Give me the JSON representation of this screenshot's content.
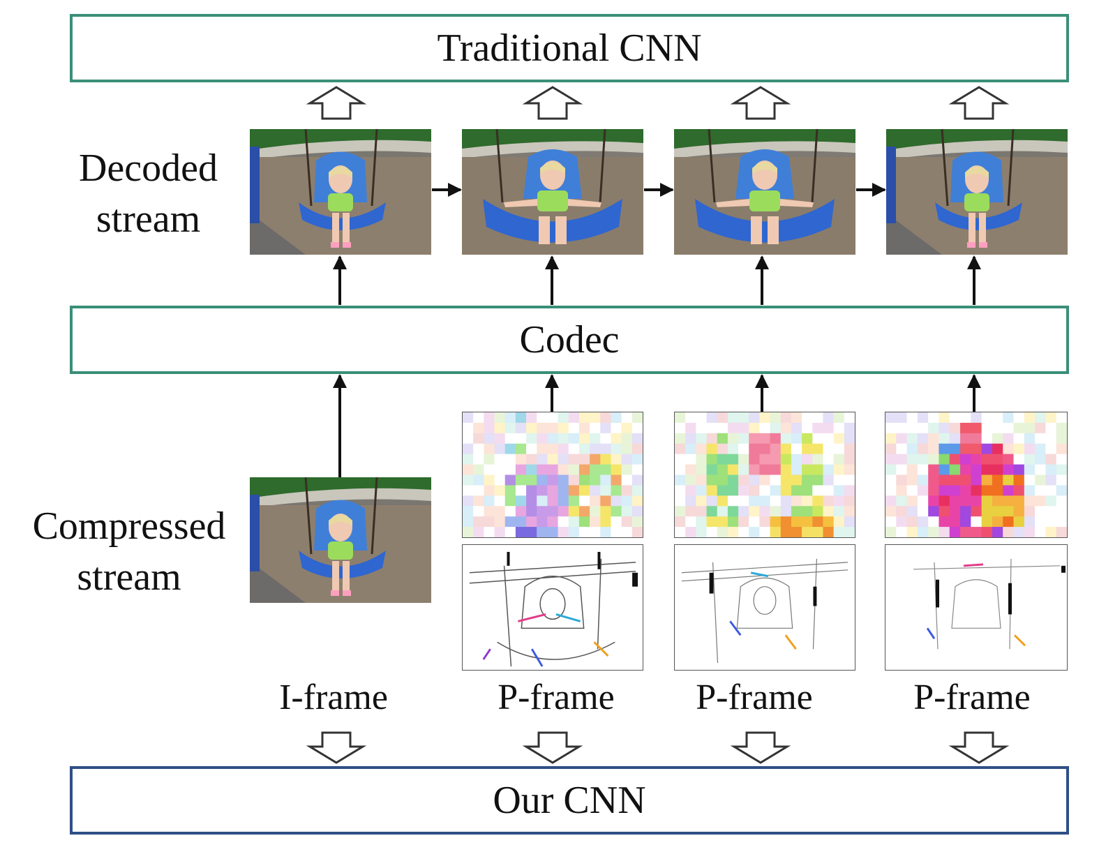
{
  "boxes": {
    "traditional": "Traditional CNN",
    "codec": "Codec",
    "ours": "Our CNN"
  },
  "rows": {
    "decoded": [
      "Decoded",
      "stream"
    ],
    "compressed": [
      "Compressed",
      "stream"
    ]
  },
  "frame_labels": [
    "I-frame",
    "P-frame",
    "P-frame",
    "P-frame"
  ],
  "colors": {
    "box_green": "#3a8f78",
    "box_blue": "#2f4f86",
    "arrow": "#111111"
  },
  "icons": {
    "up_hollow": "hollow-up-arrow-icon",
    "down_hollow": "hollow-down-arrow-icon",
    "solid_arrow": "solid-arrow-icon"
  }
}
